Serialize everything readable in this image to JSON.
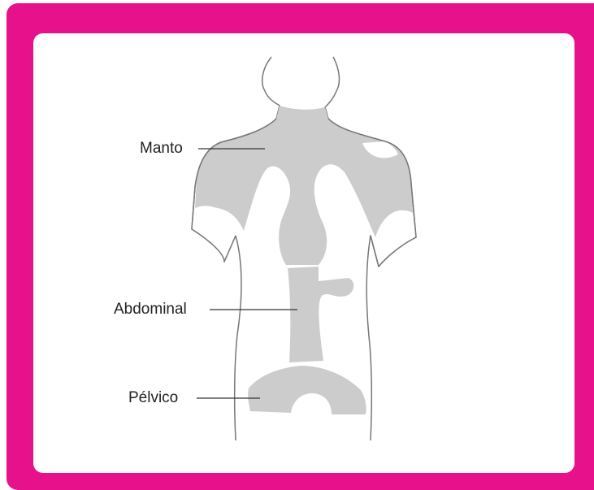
{
  "colors": {
    "frame": "#e8118c",
    "panel": "#ffffff",
    "field": "#cccccc",
    "outline": "#777777"
  },
  "labels": {
    "mantle": "Manto",
    "abdominal": "Abdominal",
    "pelvic": "Pélvico"
  }
}
